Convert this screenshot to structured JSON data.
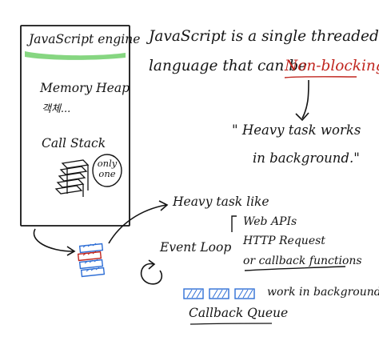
{
  "engine": {
    "title": "JavaScript engine",
    "highlight_color": "#7fd47a",
    "memory_heap": "Memory Heap",
    "memory_heap_sub": "객체...",
    "call_stack": "Call Stack",
    "only_one": "only one"
  },
  "headline": {
    "line1": "JavaScript is a single threaded",
    "line2_prefix": "language that can be",
    "non_blocking": "Non-blocking",
    "non_blocking_color": "#c0261f"
  },
  "quote": {
    "line1": "\" Heavy task works",
    "line2": "in background.\""
  },
  "heavy_task": {
    "title": "Heavy task like",
    "items": [
      "Web APIs",
      "HTTP Request",
      "or callback functions"
    ]
  },
  "event_loop": {
    "label": "Event Loop"
  },
  "queue": {
    "work_label": "work in background",
    "label": "Callback Queue"
  },
  "colors": {
    "ink": "#141414",
    "blue": "#2f6fd6",
    "red": "#c0261f",
    "green": "#7fd47a"
  }
}
